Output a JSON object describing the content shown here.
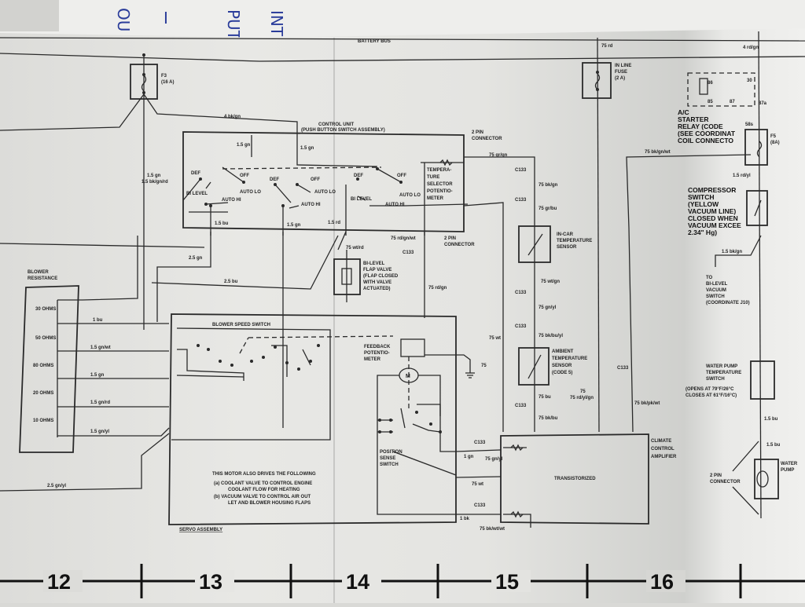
{
  "handwriting": [
    "OU",
    "I",
    "PUT",
    "INT"
  ],
  "battery_bus": "BATTERY BUS",
  "fuse_f3": {
    "name": "F3",
    "rating": "(16 A)"
  },
  "inline_fuse": {
    "line1": "IN LINE",
    "line2": "FUSE",
    "rating": "(2 A)",
    "wire": "75 rd"
  },
  "relay": {
    "line1": "A/C",
    "line2": "STARTER",
    "line3": "RELAY (CODE",
    "line4": "(SEE COORDINAT",
    "line5": "COIL CONNECTO",
    "pins": [
      "86",
      "30",
      "85",
      "87",
      "87a"
    ],
    "wire_top": "4 rd/gn"
  },
  "fuse_f5": {
    "name": "F5",
    "rating": "(8A)",
    "pin": "58s"
  },
  "compressor_switch": {
    "line1": "COMPRESSOR",
    "line2": "SWITCH",
    "line3": "(YELLOW",
    "line4": "VACUUM LINE)",
    "line5": "CLOSED WHEN",
    "line6": "VACUUM EXCEE",
    "line7": "2.34\" Hg)"
  },
  "control_unit": {
    "title": "CONTROL UNIT",
    "subtitle": "(PUSH BUTTON SWITCH ASSEMBLY)",
    "switch_labels": [
      "DEF",
      "BI LEVEL",
      "OFF",
      "AUTO HI",
      "AUTO LO"
    ],
    "temp_selector": [
      "TEMPERA-",
      "TURE",
      "SELECTOR",
      "POTENTIO-",
      "METER"
    ]
  },
  "connector_2pin_top": [
    "2 PIN",
    "CONNECTOR"
  ],
  "connector_2pin_mid": [
    "2 PIN",
    "CONNECTOR"
  ],
  "connector_2pin_right": [
    "2 PIN",
    "CONNECTOR"
  ],
  "wires": {
    "w_4bkgn": "4 bk/gn",
    "w_15gn_top": "1.5 gn",
    "w_15gn_top2": "1.5 gn",
    "w_15bkgnrd": "1.5 bk/gn/rd",
    "w_15bu": "1.5 bu",
    "w_15gn": "1.5 gn",
    "w_15rd": "1.5 rd",
    "w_25gn": "2.5 gn",
    "w_25bu": "2.5 bu",
    "w_75wtrd": "75 wt/rd",
    "w_75rdgnwt": "75 rd/gn/wt",
    "w_75rdgn": "75 rd/gn",
    "w_75grgn": "75 gr/gn",
    "w_75bkgn": "75 bk/gn",
    "w_75grbu": "75 gr/bu",
    "w_75wtgn": "75 wt/gn",
    "w_75gnyl": "75 gn/yl",
    "w_75bkbuyl": "75 bk/bu/yl",
    "w_75bu": "75 bu",
    "w_75bkbu": "75 bk/bu",
    "w_75wt": "75 wt",
    "w_75rdylgn": "75 rd/yl/gn",
    "w_75bkpkwt": "75 bk/pk/wt",
    "w_75bkgnwt": "75 bk/gn/wt",
    "w_15rdyl": "1.5 rd/yl",
    "w_15bkgn": "1.5 bk/gn",
    "w_1bu": "1 bu",
    "w_15gnwt": "1.5 gn/wt",
    "w_15gnb": "1.5 gn",
    "w_15gnrd": "1.5 gn/rd",
    "w_15gnyl": "1.5 gn/yl",
    "w_25gnyl": "2.5 gn/yl",
    "w_1gn": "1 gn",
    "w_75gnyl2": "75 gn/yl",
    "w_75wt2": "75 wt",
    "w_1bk": "1 bk",
    "w_75bkwtwt": "75 bk/wt/wt",
    "w_15bu_r": "1.5 bu",
    "w_15bu_r2": "1.5 bu"
  },
  "connector_c133": "C133",
  "blower_resistance": {
    "title1": "BLOWER",
    "title2": "RESISTANCE",
    "resistors": [
      "30 OHMS",
      "50 OHMS",
      "80 OHMS",
      "20 OHMS",
      "10 OHMS"
    ]
  },
  "bilevel_flap": [
    "BI-LEVEL",
    "FLAP VALVE",
    "(FLAP CLOSED",
    "WITH VALVE",
    "ACTUATED)"
  ],
  "incar_sensor": [
    "IN-CAR",
    "TEMPERATURE",
    "SENSOR"
  ],
  "ambient_sensor": [
    "AMBIENT",
    "TEMPERATURE",
    "SENSOR",
    "(CODE 5)"
  ],
  "blower_speed_switch": "BLOWER SPEED SWITCH",
  "feedback_pot": [
    "FEEDBACK",
    "POTENTIO-",
    "METER"
  ],
  "position_sense": [
    "POSITION",
    "SENSE",
    "SWITCH"
  ],
  "servo_note": [
    "THIS MOTOR ALSO DRIVES THE FOLLOWING",
    "(a)   COOLANT VALVE TO CONTROL ENGINE",
    "COOLANT FLOW FOR HEATING",
    "(b)   VACUUM VALVE TO CONTROL AIR OUT",
    "LET AND BLOWER HOUSING FLAPS"
  ],
  "servo_assembly": "SERVO ASSEMBLY",
  "amplifier": {
    "inner": "TRANSISTORIZED",
    "title": [
      "CLIMATE",
      "CONTROL",
      "AMPLIFIER"
    ]
  },
  "to_bilevel": [
    "TO",
    "BI-LEVEL",
    "VACUUM",
    "SWITCH",
    "(COORDINATE J10)"
  ],
  "water_pump_switch": [
    "WATER PUMP",
    "TEMPERATURE",
    "SWITCH",
    "(OPENS AT 79°F/26°C",
    "CLOSES AT 61°F/16°C)"
  ],
  "water_pump": [
    "WATER",
    "PUMP"
  ],
  "ground_labels": [
    "75",
    "75"
  ],
  "motor": "M",
  "scale": [
    "12",
    "13",
    "14",
    "15",
    "16"
  ]
}
